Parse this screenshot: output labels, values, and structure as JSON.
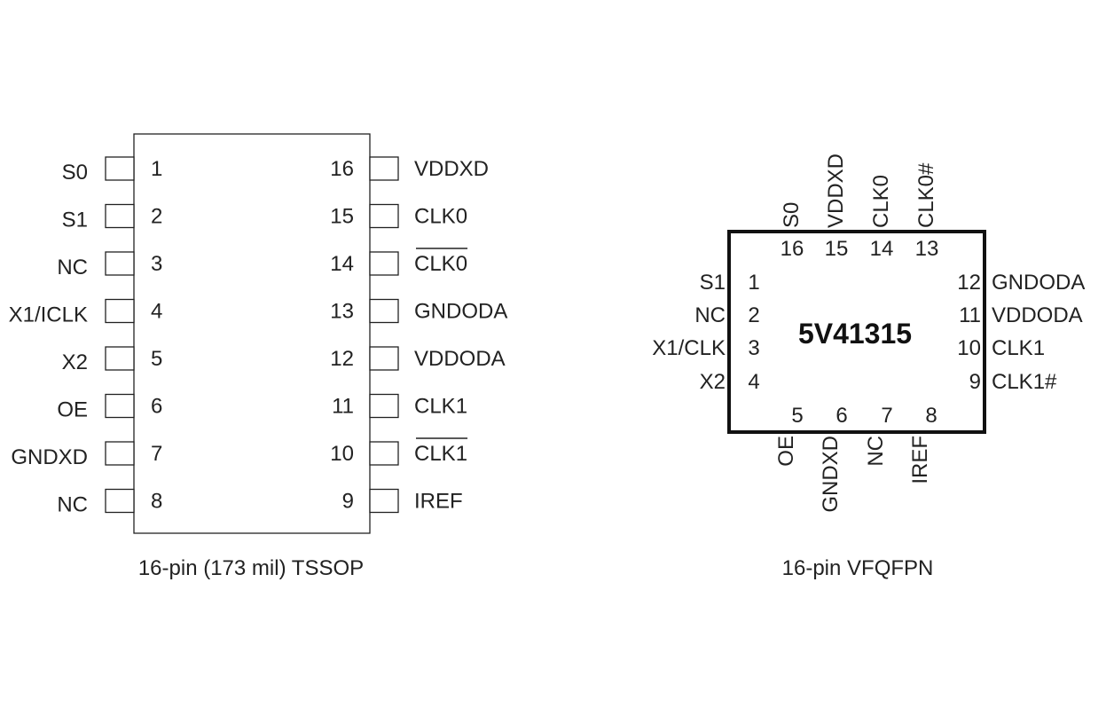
{
  "tssop": {
    "caption": "16-pin (173 mil) TSSOP",
    "left_pins": [
      {
        "num": "1",
        "label": "S0"
      },
      {
        "num": "2",
        "label": "S1"
      },
      {
        "num": "3",
        "label": "NC"
      },
      {
        "num": "4",
        "label": "X1/ICLK"
      },
      {
        "num": "5",
        "label": "X2"
      },
      {
        "num": "6",
        "label": "OE"
      },
      {
        "num": "7",
        "label": "GNDXD"
      },
      {
        "num": "8",
        "label": "NC"
      }
    ],
    "right_pins": [
      {
        "num": "16",
        "label": "VDDXD"
      },
      {
        "num": "15",
        "label": "CLK0"
      },
      {
        "num": "14",
        "label": "CLK0"
      },
      {
        "num": "13",
        "label": "GNDODA"
      },
      {
        "num": "12",
        "label": "VDDODA"
      },
      {
        "num": "11",
        "label": "CLK1"
      },
      {
        "num": "10",
        "label": "CLK1"
      },
      {
        "num": "9",
        "label": "IREF"
      }
    ]
  },
  "vfqfpn": {
    "part_number": "5V41315",
    "caption": "16-pin VFQFPN",
    "top_pins": [
      {
        "num": "16",
        "label": "S0"
      },
      {
        "num": "15",
        "label": "VDDXD"
      },
      {
        "num": "14",
        "label": "CLK0"
      },
      {
        "num": "13",
        "label": "CLK0#"
      }
    ],
    "left_pins": [
      {
        "num": "1",
        "label": "S1"
      },
      {
        "num": "2",
        "label": "NC"
      },
      {
        "num": "3",
        "label": "X1/CLK"
      },
      {
        "num": "4",
        "label": "X2"
      }
    ],
    "right_pins": [
      {
        "num": "12",
        "label": "GNDODA"
      },
      {
        "num": "11",
        "label": "VDDODA"
      },
      {
        "num": "10",
        "label": "CLK1"
      },
      {
        "num": "9",
        "label": "CLK1#"
      }
    ],
    "bottom_pins": [
      {
        "num": "5",
        "label": "OE"
      },
      {
        "num": "6",
        "label": "GNDXD"
      },
      {
        "num": "7",
        "label": "NC"
      },
      {
        "num": "8",
        "label": "IREF"
      }
    ]
  }
}
